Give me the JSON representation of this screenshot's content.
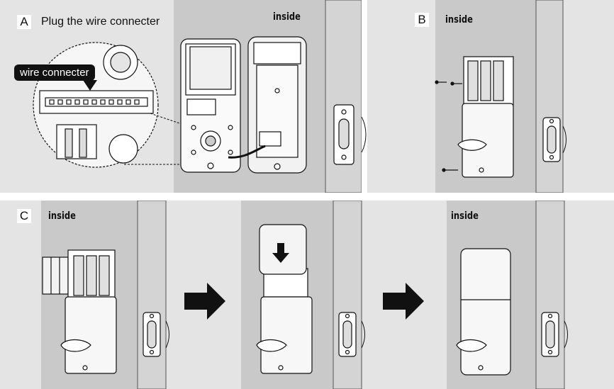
{
  "steps": [
    {
      "letter": "A",
      "title": "Plug the wire connecter",
      "callout": "wire connecter",
      "side_label": "inside"
    },
    {
      "letter": "B",
      "side_label": "inside"
    },
    {
      "letter": "C",
      "side_labels": [
        "inside",
        "inside"
      ]
    }
  ],
  "icons": {
    "arrow": "right-arrow-icon",
    "push": "down-arrow-icon"
  },
  "colors": {
    "background": "#e4e4e4",
    "door_shade": "#c8c8c8",
    "line": "#111111"
  }
}
